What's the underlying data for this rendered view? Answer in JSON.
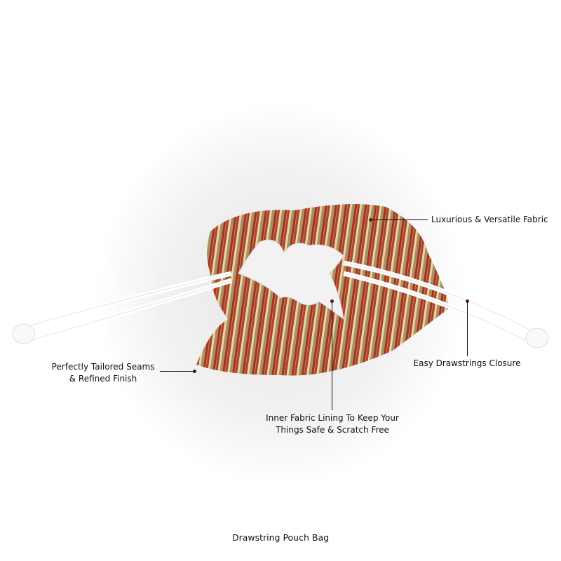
{
  "callouts": {
    "fabric": "Luxurious & Versatile Fabric",
    "seams_line1": "Perfectly Tailored Seams",
    "seams_line2": "& Refined Finish",
    "drawstrings": "Easy Drawstrings Closure",
    "lining_line1": "Inner Fabric Lining To Keep Your",
    "lining_line2": "Things Safe & Scratch Free"
  },
  "caption": "Drawstring Pouch Bag",
  "colors": {
    "stripe_red": "#b0402c",
    "stripe_cream": "#e9d6a8",
    "stripe_green": "#8f9a68",
    "lining": "#f2f2f2"
  }
}
